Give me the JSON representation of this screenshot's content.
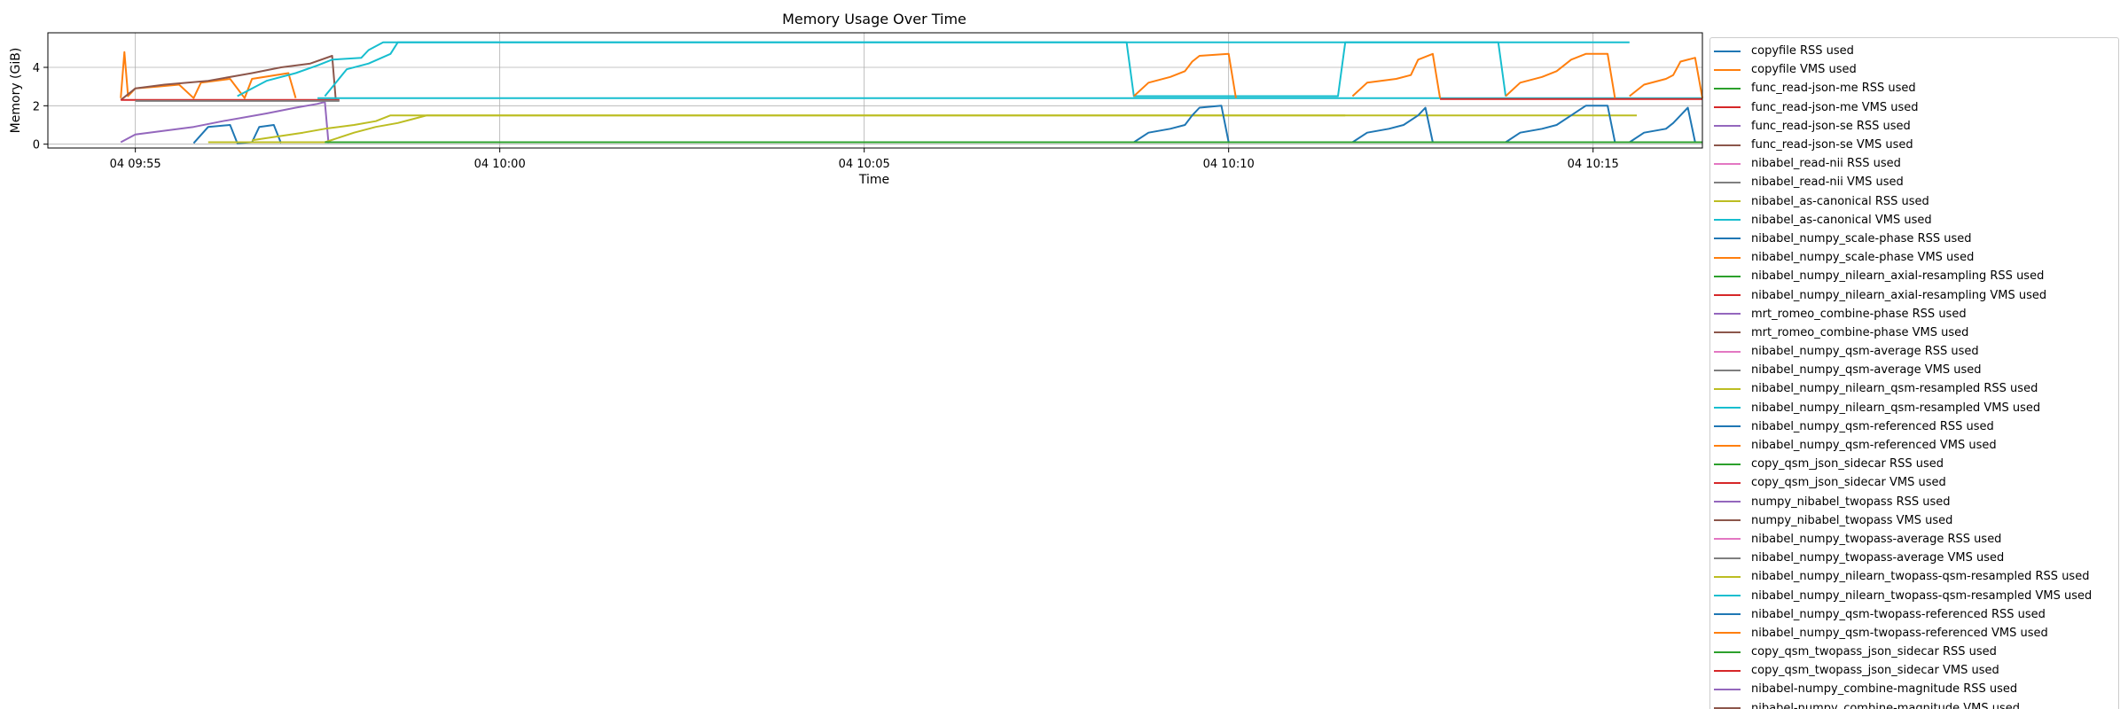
{
  "chart_data": {
    "type": "line",
    "title": "Memory Usage Over Time",
    "xlabel": "Time",
    "ylabel": "Memory (GiB)",
    "x_tick_labels": [
      "04 09:55",
      "04 10:00",
      "04 10:05",
      "04 10:10",
      "04 10:15"
    ],
    "x_ticks_minutes": [
      0,
      5,
      10,
      15,
      20
    ],
    "xlim_minutes": [
      -1.2,
      21.5
    ],
    "x_unit_note": "minutes after 09:55",
    "y_ticks": [
      0,
      2,
      4
    ],
    "ylim": [
      -0.2,
      5.8
    ],
    "grid": true,
    "legend_placement": "outside-right",
    "palette": [
      "#1f77b4",
      "#ff7f0e",
      "#2ca02c",
      "#d62728",
      "#9467bd",
      "#8c564b",
      "#e377c2",
      "#7f7f7f",
      "#bcbd22",
      "#17becf"
    ],
    "legend_labels": [
      "copyfile RSS used",
      "copyfile VMS used",
      "func_read-json-me RSS used",
      "func_read-json-me VMS used",
      "func_read-json-se RSS used",
      "func_read-json-se VMS used",
      "nibabel_read-nii RSS used",
      "nibabel_read-nii VMS used",
      "nibabel_as-canonical RSS used",
      "nibabel_as-canonical VMS used",
      "nibabel_numpy_scale-phase RSS used",
      "nibabel_numpy_scale-phase VMS used",
      "nibabel_numpy_nilearn_axial-resampling RSS used",
      "nibabel_numpy_nilearn_axial-resampling VMS used",
      "mrt_romeo_combine-phase RSS used",
      "mrt_romeo_combine-phase VMS used",
      "nibabel_numpy_qsm-average RSS used",
      "nibabel_numpy_qsm-average VMS used",
      "nibabel_numpy_nilearn_qsm-resampled RSS used",
      "nibabel_numpy_nilearn_qsm-resampled VMS used",
      "nibabel_numpy_qsm-referenced RSS used",
      "nibabel_numpy_qsm-referenced VMS used",
      "copy_qsm_json_sidecar RSS used",
      "copy_qsm_json_sidecar VMS used",
      "numpy_nibabel_twopass RSS used",
      "numpy_nibabel_twopass VMS used",
      "nibabel_numpy_twopass-average RSS used",
      "nibabel_numpy_twopass-average VMS used",
      "nibabel_numpy_nilearn_twopass-qsm-resampled RSS used",
      "nibabel_numpy_nilearn_twopass-qsm-resampled VMS used",
      "nibabel_numpy_qsm-twopass-referenced RSS used",
      "nibabel_numpy_qsm-twopass-referenced VMS used",
      "copy_qsm_twopass_json_sidecar RSS used",
      "copy_qsm_twopass_json_sidecar VMS used",
      "nibabel-numpy_combine-magnitude RSS used",
      "nibabel-numpy_combine-magnitude VMS used"
    ],
    "series": [
      {
        "name": "copyfile VMS used",
        "color": "#ff7f0e",
        "points": [
          [
            -0.2,
            2.4
          ],
          [
            -0.15,
            4.8
          ],
          [
            -0.1,
            2.5
          ],
          [
            0.0,
            2.9
          ],
          [
            0.3,
            3.0
          ],
          [
            0.6,
            3.1
          ],
          [
            0.8,
            2.4
          ],
          [
            0.9,
            3.2
          ],
          [
            1.3,
            3.4
          ],
          [
            1.5,
            2.4
          ],
          [
            1.6,
            3.4
          ],
          [
            2.1,
            3.7
          ],
          [
            2.2,
            2.4
          ]
        ]
      },
      {
        "name": "copyfile RSS used",
        "color": "#1f77b4",
        "points": [
          [
            0.8,
            0.05
          ],
          [
            1.0,
            0.9
          ],
          [
            1.3,
            1.0
          ],
          [
            1.4,
            0.05
          ],
          [
            1.6,
            0.1
          ],
          [
            1.7,
            0.9
          ],
          [
            1.9,
            1.0
          ],
          [
            2.0,
            0.05
          ]
        ]
      },
      {
        "name": "func_read-json-se RSS used",
        "color": "#9467bd",
        "points": [
          [
            -0.2,
            0.1
          ],
          [
            0.0,
            0.5
          ],
          [
            0.4,
            0.7
          ],
          [
            0.8,
            0.9
          ],
          [
            1.2,
            1.2
          ],
          [
            1.8,
            1.6
          ],
          [
            2.2,
            1.9
          ],
          [
            2.5,
            2.1
          ],
          [
            2.6,
            2.2
          ],
          [
            2.65,
            0.05
          ]
        ]
      },
      {
        "name": "func_read-json-se VMS used",
        "color": "#8c564b",
        "points": [
          [
            -0.2,
            2.3
          ],
          [
            0.0,
            2.9
          ],
          [
            0.4,
            3.1
          ],
          [
            1.0,
            3.3
          ],
          [
            1.6,
            3.7
          ],
          [
            2.0,
            4.0
          ],
          [
            2.4,
            4.2
          ],
          [
            2.7,
            4.6
          ],
          [
            2.75,
            2.3
          ]
        ]
      },
      {
        "name": "func_read-json-me VMS used",
        "color": "#d62728",
        "points": [
          [
            -0.2,
            2.3
          ],
          [
            2.8,
            2.3
          ]
        ]
      },
      {
        "name": "nibabel_read-nii VMS used",
        "color": "#7f7f7f",
        "points": [
          [
            0.0,
            2.25
          ],
          [
            2.8,
            2.25
          ]
        ]
      },
      {
        "name": "nibabel_as-canonical VMS used (a)",
        "color": "#17becf",
        "points": [
          [
            1.4,
            2.5
          ],
          [
            1.8,
            3.3
          ],
          [
            2.2,
            3.7
          ],
          [
            2.5,
            4.1
          ],
          [
            2.7,
            4.4
          ],
          [
            3.1,
            4.5
          ],
          [
            3.2,
            4.9
          ],
          [
            3.4,
            5.3
          ],
          [
            13.6,
            5.3
          ]
        ]
      },
      {
        "name": "nibabel_as-canonical VMS used (b)",
        "color": "#17becf",
        "points": [
          [
            2.6,
            2.5
          ],
          [
            2.9,
            3.9
          ],
          [
            3.2,
            4.2
          ],
          [
            3.5,
            4.7
          ],
          [
            3.6,
            5.3
          ],
          [
            20.5,
            5.3
          ]
        ]
      },
      {
        "name": "nibabel_as-canonical VMS used (c)",
        "color": "#17becf",
        "points": [
          [
            2.5,
            2.4
          ],
          [
            21.5,
            2.4
          ]
        ]
      },
      {
        "name": "nibabel_as-canonical VMS used (d)",
        "color": "#17becf",
        "points": [
          [
            13.6,
            5.3
          ],
          [
            13.7,
            2.5
          ],
          [
            16.5,
            2.5
          ],
          [
            16.6,
            5.3
          ],
          [
            18.7,
            5.3
          ],
          [
            18.8,
            2.5
          ]
        ]
      },
      {
        "name": "nibabel_as-canonical RSS used (a)",
        "color": "#bcbd22",
        "points": [
          [
            2.6,
            0.1
          ],
          [
            3.0,
            0.6
          ],
          [
            3.3,
            0.9
          ],
          [
            3.6,
            1.1
          ],
          [
            3.8,
            1.3
          ],
          [
            4.0,
            1.5
          ],
          [
            16.6,
            1.5
          ]
        ]
      },
      {
        "name": "nibabel_as-canonical RSS used (b)",
        "color": "#bcbd22",
        "points": [
          [
            1.6,
            0.2
          ],
          [
            2.3,
            0.6
          ],
          [
            2.6,
            0.8
          ],
          [
            3.0,
            1.0
          ],
          [
            3.3,
            1.2
          ],
          [
            3.5,
            1.5
          ],
          [
            20.6,
            1.5
          ]
        ]
      },
      {
        "name": "nibabel_as-canonical RSS used (c)",
        "color": "#bcbd22",
        "points": [
          [
            1.0,
            0.1
          ],
          [
            21.5,
            0.1
          ]
        ]
      },
      {
        "name": "nibabel_numpy_scale-phase VMS used (1)",
        "color": "#ff7f0e",
        "points": [
          [
            13.7,
            2.5
          ],
          [
            13.9,
            3.2
          ],
          [
            14.2,
            3.5
          ],
          [
            14.4,
            3.8
          ],
          [
            14.5,
            4.3
          ],
          [
            14.6,
            4.6
          ],
          [
            15.0,
            4.7
          ],
          [
            15.1,
            2.4
          ]
        ]
      },
      {
        "name": "nibabel_numpy_scale-phase VMS used (2)",
        "color": "#ff7f0e",
        "points": [
          [
            16.7,
            2.5
          ],
          [
            16.9,
            3.2
          ],
          [
            17.3,
            3.4
          ],
          [
            17.5,
            3.6
          ],
          [
            17.6,
            4.4
          ],
          [
            17.8,
            4.7
          ],
          [
            17.9,
            2.4
          ]
        ]
      },
      {
        "name": "nibabel_numpy_scale-phase VMS used (3)",
        "color": "#ff7f0e",
        "points": [
          [
            18.8,
            2.5
          ],
          [
            19.0,
            3.2
          ],
          [
            19.3,
            3.5
          ],
          [
            19.5,
            3.8
          ],
          [
            19.7,
            4.4
          ],
          [
            19.9,
            4.7
          ],
          [
            20.2,
            4.7
          ],
          [
            20.3,
            2.4
          ]
        ]
      },
      {
        "name": "nibabel_numpy_scale-phase VMS used (4)",
        "color": "#ff7f0e",
        "points": [
          [
            20.5,
            2.5
          ],
          [
            20.7,
            3.1
          ],
          [
            21.0,
            3.4
          ],
          [
            21.1,
            3.6
          ],
          [
            21.2,
            4.3
          ],
          [
            21.4,
            4.5
          ],
          [
            21.5,
            2.4
          ]
        ]
      },
      {
        "name": "nibabel_numpy_scale-phase RSS used (1)",
        "color": "#1f77b4",
        "points": [
          [
            13.7,
            0.1
          ],
          [
            13.9,
            0.6
          ],
          [
            14.2,
            0.8
          ],
          [
            14.4,
            1.0
          ],
          [
            14.5,
            1.5
          ],
          [
            14.6,
            1.9
          ],
          [
            14.9,
            2.0
          ],
          [
            15.0,
            0.1
          ]
        ]
      },
      {
        "name": "nibabel_numpy_scale-phase RSS used (2)",
        "color": "#1f77b4",
        "points": [
          [
            16.7,
            0.1
          ],
          [
            16.9,
            0.6
          ],
          [
            17.2,
            0.8
          ],
          [
            17.4,
            1.0
          ],
          [
            17.6,
            1.5
          ],
          [
            17.7,
            1.9
          ],
          [
            17.8,
            0.1
          ]
        ]
      },
      {
        "name": "nibabel_numpy_scale-phase RSS used (3)",
        "color": "#1f77b4",
        "points": [
          [
            18.8,
            0.1
          ],
          [
            19.0,
            0.6
          ],
          [
            19.3,
            0.8
          ],
          [
            19.5,
            1.0
          ],
          [
            19.7,
            1.5
          ],
          [
            19.9,
            2.0
          ],
          [
            20.2,
            2.0
          ],
          [
            20.3,
            0.1
          ]
        ]
      },
      {
        "name": "nibabel_numpy_scale-phase RSS used (4)",
        "color": "#1f77b4",
        "points": [
          [
            20.5,
            0.1
          ],
          [
            20.7,
            0.6
          ],
          [
            21.0,
            0.8
          ],
          [
            21.1,
            1.1
          ],
          [
            21.2,
            1.5
          ],
          [
            21.3,
            1.9
          ],
          [
            21.4,
            0.1
          ]
        ]
      },
      {
        "name": "nibabel_numpy_nilearn_axial-resampling VMS used",
        "color": "#d62728",
        "points": [
          [
            17.9,
            2.35
          ],
          [
            21.5,
            2.35
          ]
        ]
      },
      {
        "name": "nibabel_numpy_nilearn_axial-resampling RSS used",
        "color": "#2ca02c",
        "points": [
          [
            2.6,
            0.1
          ],
          [
            21.5,
            0.1
          ]
        ]
      }
    ]
  }
}
